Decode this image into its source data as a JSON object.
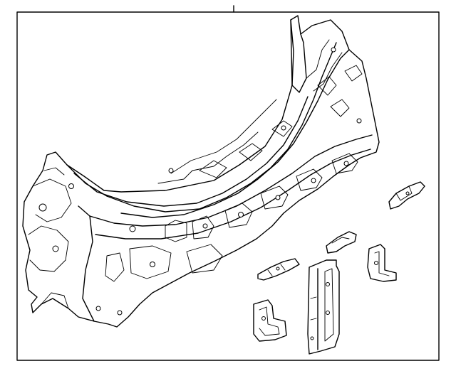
{
  "figure": {
    "kind": "exploded parts line drawing",
    "background": "#ffffff",
    "line_color": "#000000",
    "parts": [
      "rear-body-panel",
      "bracket-small-upper-right",
      "bracket-center",
      "bracket-left-lower",
      "bracket-lower-left",
      "reinforcement-vertical",
      "bracket-right-lower"
    ]
  }
}
